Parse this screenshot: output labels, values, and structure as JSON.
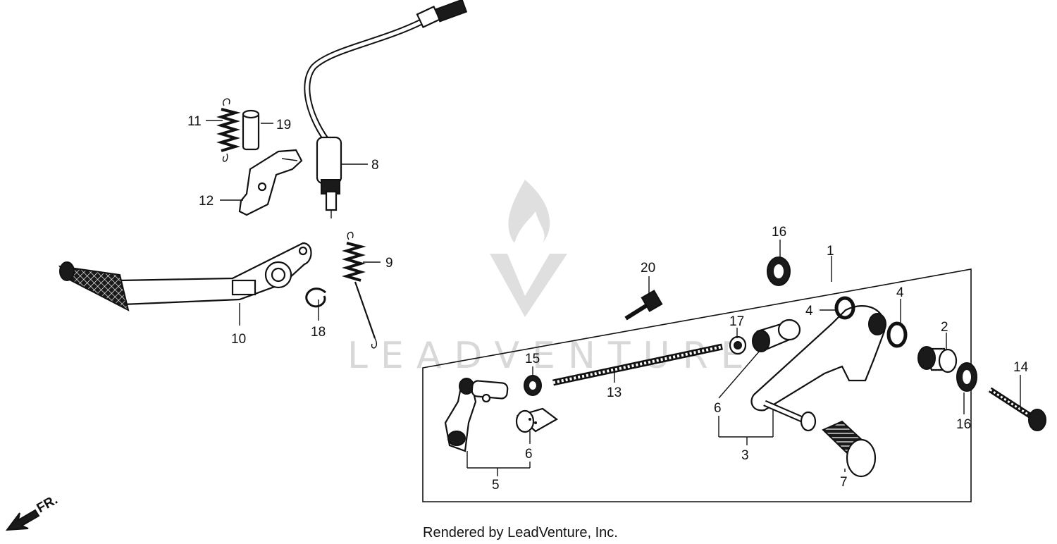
{
  "watermark": "LEADVENTURE",
  "credit": "Rendered by LeadVenture, Inc.",
  "fr_label": "FR.",
  "callouts": {
    "c1": "1",
    "c2": "2",
    "c3": "3",
    "c4a": "4",
    "c4b": "4",
    "c5": "5",
    "c6a": "6",
    "c6b": "6",
    "c7": "7",
    "c8": "8",
    "c9": "9",
    "c10": "10",
    "c11": "11",
    "c12": "12",
    "c13": "13",
    "c14": "14",
    "c15": "15",
    "c16a": "16",
    "c16b": "16",
    "c17": "17",
    "c18": "18",
    "c19": "19",
    "c20": "20"
  }
}
